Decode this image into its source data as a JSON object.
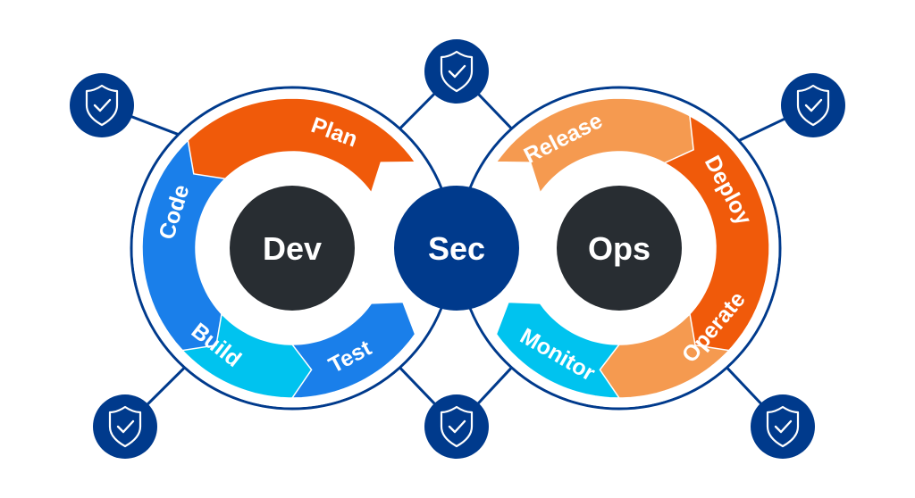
{
  "title": "DevSecOps",
  "colors": {
    "navy": "#003A8C",
    "dark": "#282D32",
    "blue": "#1A7FEA",
    "cyan": "#00C3EF",
    "orange": "#F05A0A",
    "light_orange": "#F59A50",
    "white": "#FFFFFF"
  },
  "hubs": {
    "dev": "Dev",
    "sec": "Sec",
    "ops": "Ops"
  },
  "dev_loop": {
    "segments": [
      {
        "label": "Plan",
        "color": "orange"
      },
      {
        "label": "Code",
        "color": "blue"
      },
      {
        "label": "Build",
        "color": "cyan"
      },
      {
        "label": "Test",
        "color": "blue"
      }
    ]
  },
  "ops_loop": {
    "segments": [
      {
        "label": "Release",
        "color": "light_orange"
      },
      {
        "label": "Deploy",
        "color": "orange"
      },
      {
        "label": "Operate",
        "color": "light_orange"
      },
      {
        "label": "Monitor",
        "color": "cyan"
      }
    ]
  },
  "badges": [
    {
      "name": "top-left",
      "icon": "shield-check-icon"
    },
    {
      "name": "top-center",
      "icon": "shield-check-icon"
    },
    {
      "name": "top-right",
      "icon": "shield-check-icon"
    },
    {
      "name": "bottom-left",
      "icon": "shield-check-icon"
    },
    {
      "name": "bottom-center",
      "icon": "shield-check-icon"
    },
    {
      "name": "bottom-right",
      "icon": "shield-check-icon"
    }
  ]
}
